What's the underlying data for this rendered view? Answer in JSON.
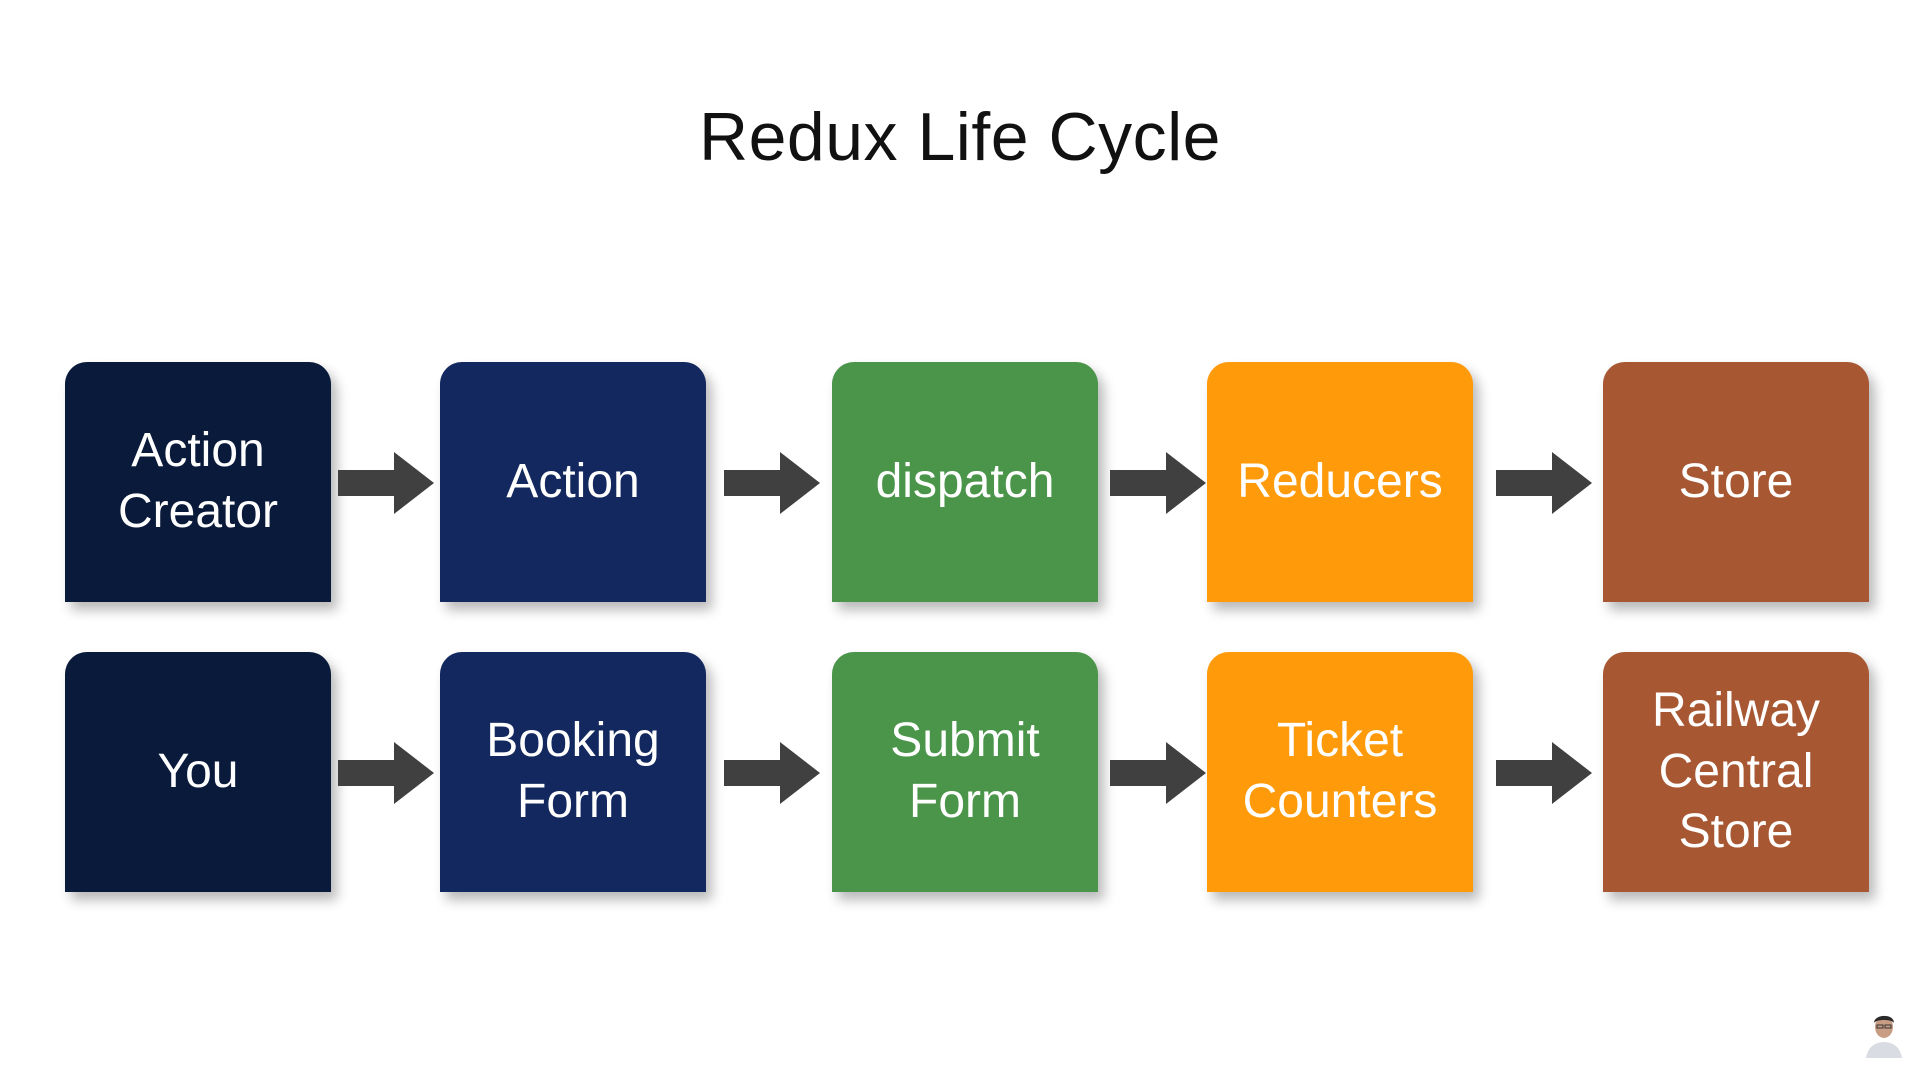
{
  "title": "Redux Life Cycle",
  "colors": {
    "stage1": "#0a1a3a",
    "stage2": "#12285e",
    "stage3": "#4a9549",
    "stage4": "#ff9a0a",
    "stage5": "#a85733",
    "arrow": "#404040"
  },
  "rows": [
    {
      "boxes": [
        {
          "line1": "Action",
          "line2": "Creator",
          "line3": ""
        },
        {
          "line1": "Action",
          "line2": "",
          "line3": ""
        },
        {
          "line1": "dispatch",
          "line2": "",
          "line3": ""
        },
        {
          "line1": "Reducers",
          "line2": "",
          "line3": ""
        },
        {
          "line1": "Store",
          "line2": "",
          "line3": ""
        }
      ]
    },
    {
      "boxes": [
        {
          "line1": "You",
          "line2": "",
          "line3": ""
        },
        {
          "line1": "Booking",
          "line2": "Form",
          "line3": ""
        },
        {
          "line1": "Submit",
          "line2": "Form",
          "line3": ""
        },
        {
          "line1": "Ticket",
          "line2": "Counters",
          "line3": ""
        },
        {
          "line1": "Railway",
          "line2": "Central",
          "line3": "Store"
        }
      ]
    }
  ]
}
